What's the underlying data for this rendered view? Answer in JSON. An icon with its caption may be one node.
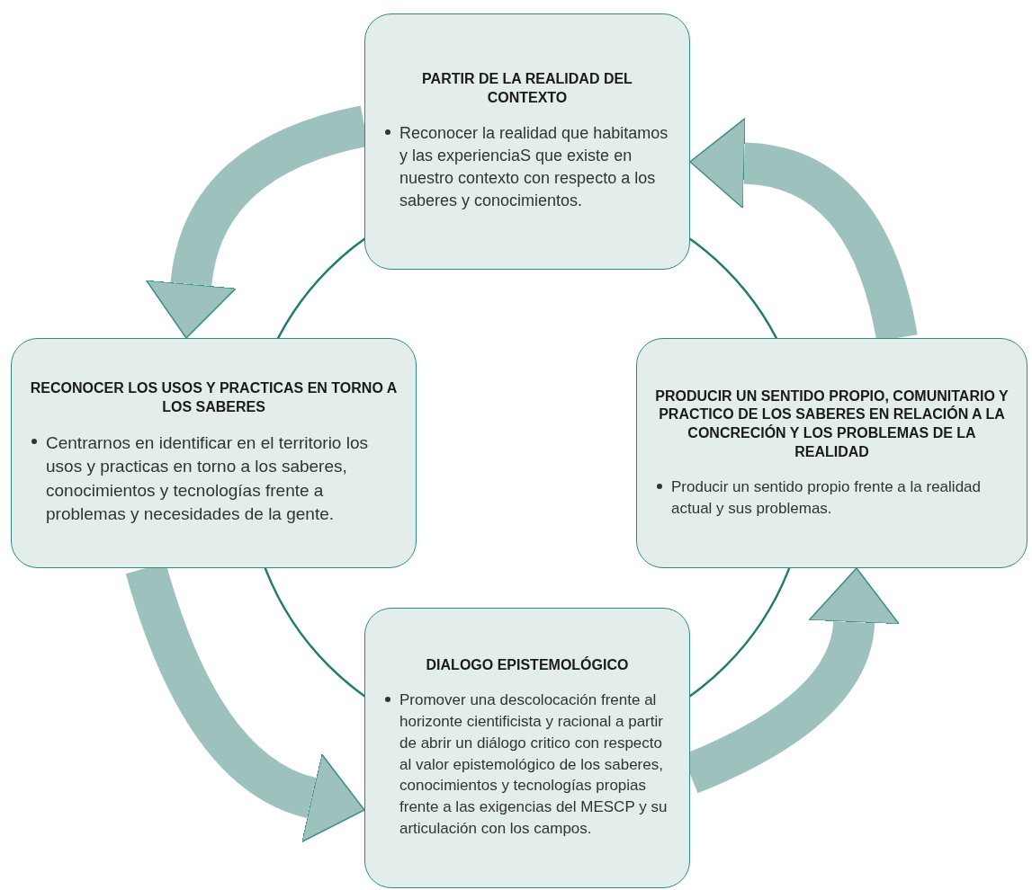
{
  "diagram": {
    "nodes": [
      {
        "text": [
          "PARTIR DE LA REALIDAD DEL CONTEXTO",
          "Reconocer la realidad que habitamos y las experienciaS que existe en nuestro contexto con respecto a los saberes y conocimientos."
        ]
      },
      {
        "text": [
          "RECONOCER LOS USOS Y  PRACTICAS EN TORNO A LOS SABERES",
          "Centrarnos en identificar en el territorio los usos y practicas en torno a los saberes,  conocimientos y tecnologías frente a problemas y necesidades de la gente."
        ]
      },
      {
        "text": [
          "PRODUCIR UN SENTIDO PROPIO, COMUNITARIO Y PRACTICO DE LOS SABERES EN RELACIÓN A LA CONCRECIÓN Y LOS PROBLEMAS DE LA REALIDAD",
          "Producir un sentido propio frente a la realidad actual y sus problemas."
        ]
      },
      {
        "text": [
          "DIALOGO EPISTEMOLÓGICO",
          "Promover una descolocación frente al horizonte cientificista y racional a partir de abrir un diálogo critico con respecto al valor epistemológico de los saberes, conocimientos y tecnologías propias frente a las exigencias del MESCP y su articulación con los campos."
        ]
      }
    ],
    "edges": [
      {
        "from": 0,
        "to": 1,
        "arrow": "to"
      },
      {
        "from": 1,
        "to": 3,
        "arrow": "to"
      },
      {
        "from": 3,
        "to": 2,
        "arrow": "to"
      },
      {
        "from": 2,
        "to": 0,
        "arrow": "to"
      }
    ]
  }
}
